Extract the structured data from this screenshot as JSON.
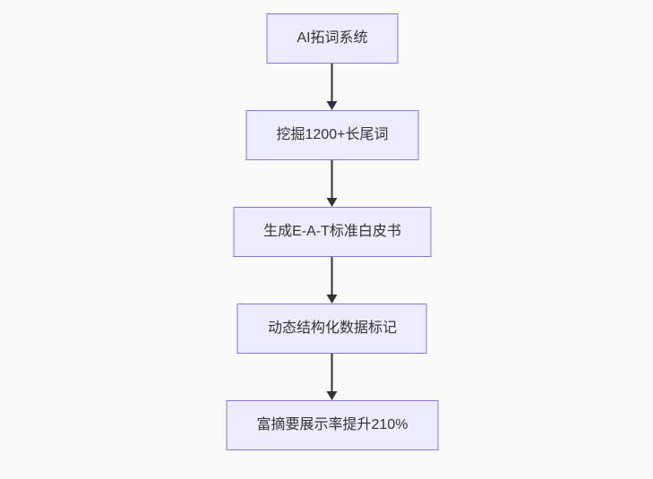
{
  "diagram": {
    "type": "flowchart",
    "direction": "top-down",
    "nodes": [
      {
        "id": "step-1",
        "label": "AI拓词系统"
      },
      {
        "id": "step-2",
        "label": "挖掘1200+长尾词"
      },
      {
        "id": "step-3",
        "label": "生成E-A-T标准白皮书"
      },
      {
        "id": "step-4",
        "label": "动态结构化数据标记"
      },
      {
        "id": "step-5",
        "label": "富摘要展示率提升210%"
      }
    ],
    "edges": [
      {
        "from": "step-1",
        "to": "step-2"
      },
      {
        "from": "step-2",
        "to": "step-3"
      },
      {
        "from": "step-3",
        "to": "step-4"
      },
      {
        "from": "step-4",
        "to": "step-5"
      }
    ],
    "colors": {
      "background": "#fafafa",
      "node_fill": "#ECECFF",
      "node_border": "#9370DB",
      "arrow": "#333333",
      "text": "#333333"
    }
  }
}
